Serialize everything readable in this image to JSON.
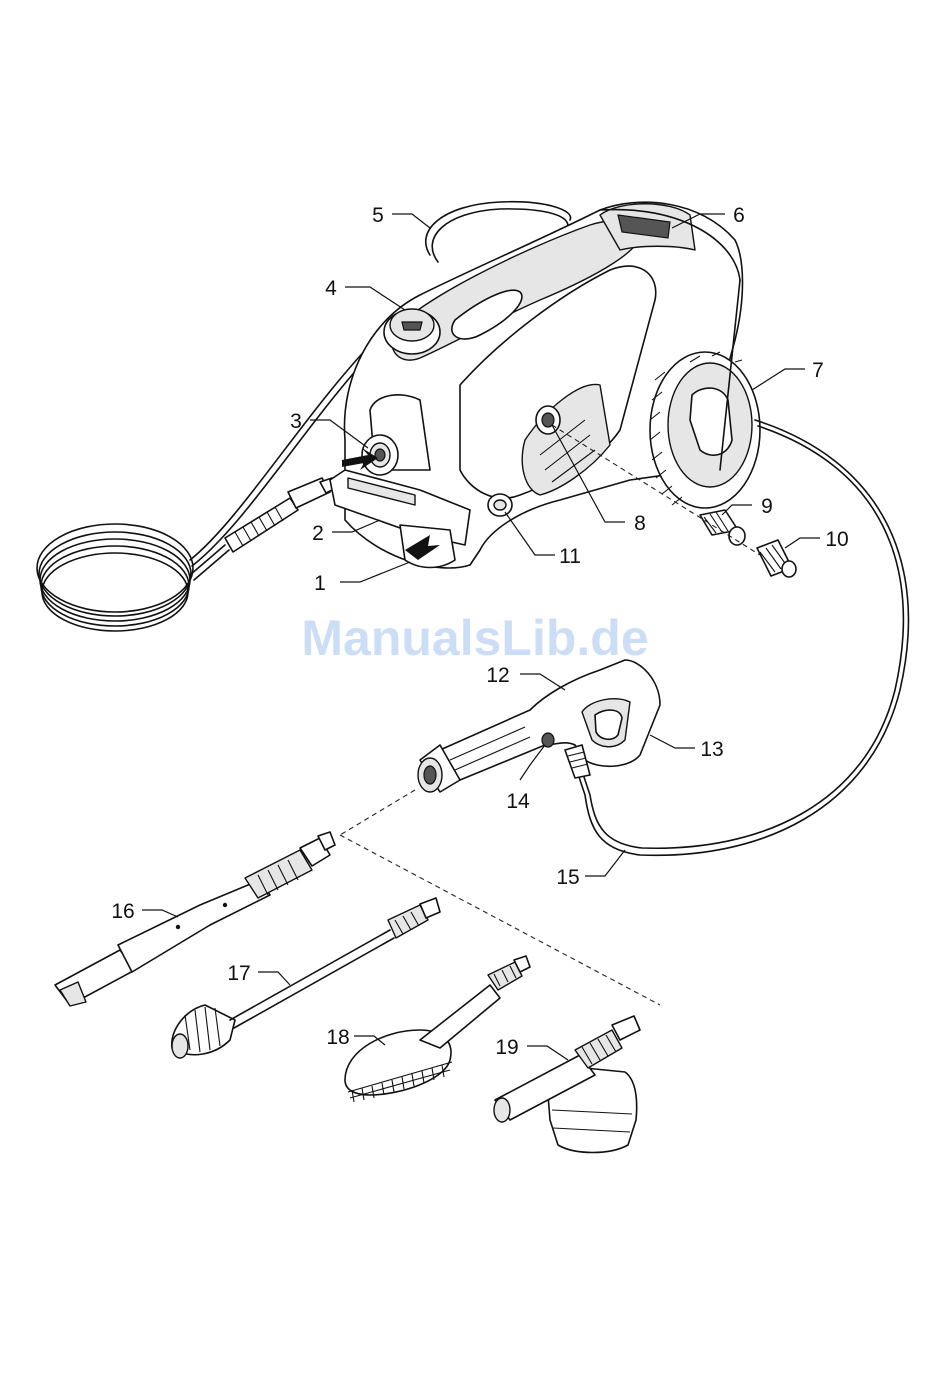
{
  "watermark": "ManualsLib.de",
  "callouts": [
    "1",
    "2",
    "3",
    "4",
    "5",
    "6",
    "7",
    "8",
    "9",
    "10",
    "11",
    "12",
    "13",
    "14",
    "15",
    "16",
    "17",
    "18",
    "19"
  ],
  "icons": [
    "pressure-washer-unit",
    "hose-reel",
    "trigger-gun",
    "vario-power-lance",
    "dirt-blaster-lance",
    "wash-brush",
    "foam-jet-bottle",
    "hose-adapter",
    "garden-hose-coupling"
  ]
}
